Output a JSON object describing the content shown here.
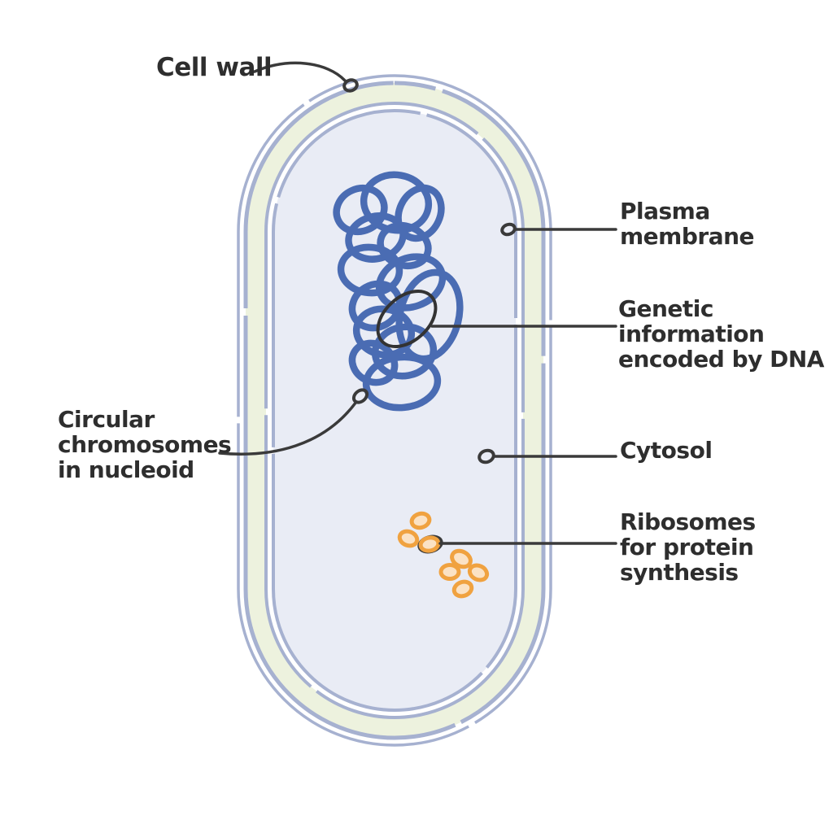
{
  "labels": {
    "cell_wall": {
      "lines": [
        "Cell wall"
      ]
    },
    "plasma_membrane": {
      "lines": [
        "Plasma",
        "membrane"
      ]
    },
    "genetic_information": {
      "lines": [
        "Genetic",
        "information",
        "encoded by DNA"
      ]
    },
    "cytosol": {
      "lines": [
        "Cytosol"
      ]
    },
    "ribosomes": {
      "lines": [
        "Ribosomes",
        "for protein",
        "synthesis"
      ]
    },
    "circular_chromosomes": {
      "lines": [
        "Circular",
        "chromosomes",
        "in nucleoid"
      ]
    }
  },
  "colors": {
    "membrane_line": "#a6b1d0",
    "cell_wall_fill": "#edf2de",
    "cytosol_fill": "#e9ecf5",
    "dna_blue": "#4a6cb3",
    "ribosome_stroke": "#f0a240",
    "ribosome_fill": "#fbe2c4",
    "ink": "#2e2e2e",
    "bg": "#ffffff"
  }
}
